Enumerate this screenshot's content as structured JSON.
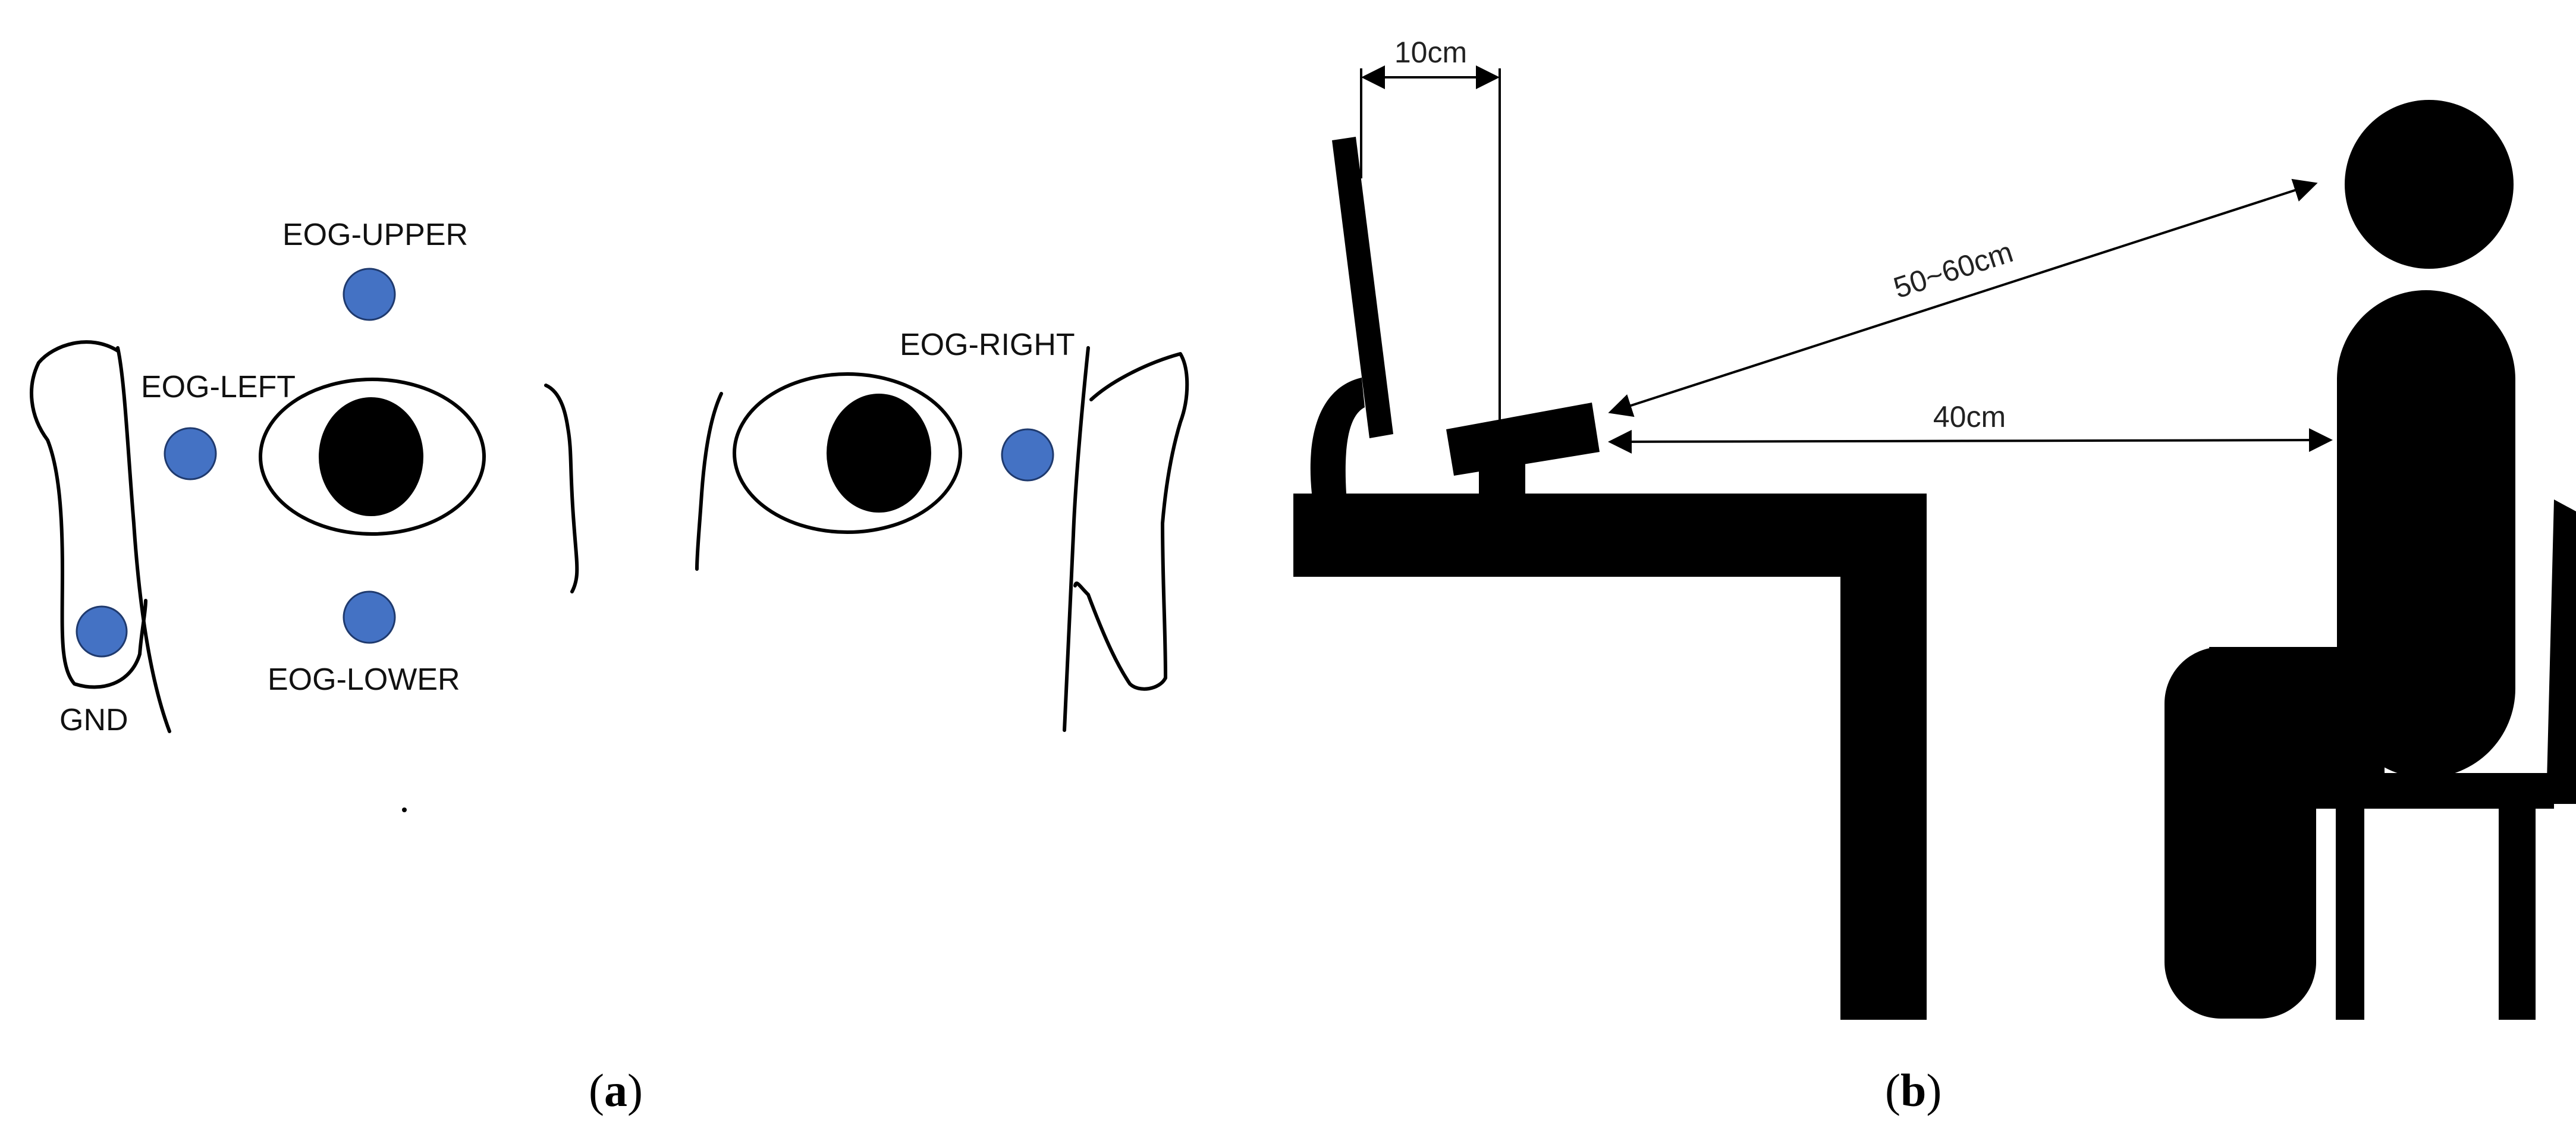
{
  "panel_a": {
    "electrodes": {
      "upper": "EOG-UPPER",
      "left": "EOG-LEFT",
      "right": "EOG-RIGHT",
      "lower": "EOG-LOWER",
      "ground": "GND"
    },
    "electrode_color": "#4472C4",
    "caption_open": "(",
    "caption_letter": "a",
    "caption_close": ")"
  },
  "panel_b": {
    "dimensions": {
      "monitor_depth": "10cm",
      "eye_to_screen": "50~60cm",
      "camera_to_subject": "40cm"
    },
    "caption_open": "(",
    "caption_letter": "b",
    "caption_close": ")"
  }
}
